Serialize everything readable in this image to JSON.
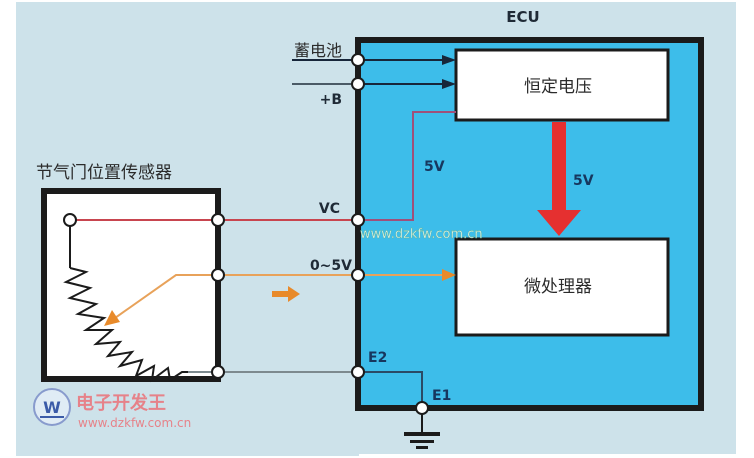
{
  "diagram": {
    "title_ecu": "ECU",
    "sensor_title": "节气门位置传感器",
    "inputs": {
      "battery_label": "蓄电池",
      "plus_b_label": "+B"
    },
    "blocks": {
      "regulator": "恒定电压",
      "microprocessor": "微处理器"
    },
    "terminals": {
      "vc": "VC",
      "signal": "0~5V",
      "e2": "E2",
      "e1": "E1"
    },
    "voltages": {
      "vc_line": "5V",
      "supply_arrow": "5V"
    },
    "watermark": {
      "url_center": "www.dzkfw.com.cn",
      "brand_cn": "电子开发王",
      "url_bottom": "www.dzkfw.com.cn"
    },
    "colors": {
      "background": "#cde2ea",
      "ecu_fill": "#3dbdea",
      "ecu_border": "#1b1b1b",
      "vc_wire": "#c8454f",
      "signal_wire": "#e8a25a",
      "signal_arrow": "#e88a2a",
      "ground_wire": "#7d8a8f",
      "supply_arrow": "#e53030",
      "vc_internal_wire": "#a0507a"
    }
  }
}
